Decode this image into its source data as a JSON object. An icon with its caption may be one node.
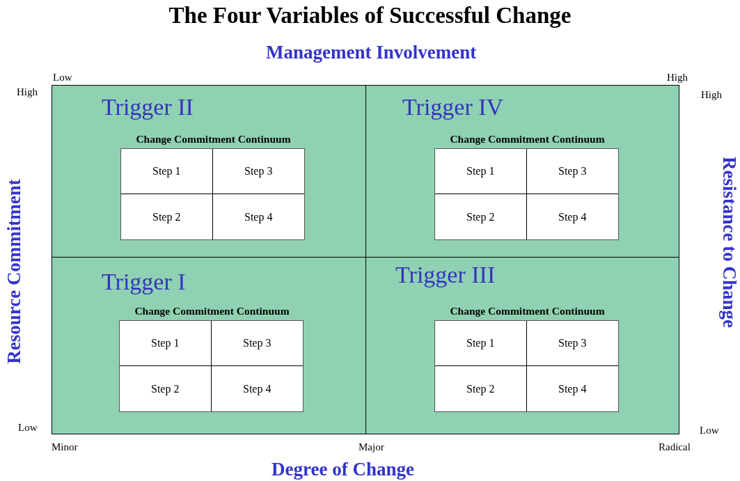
{
  "diagram": {
    "title": "The Four Variables of Successful Change",
    "nodes": [
      {
        "text": [
          "Trigger II"
        ]
      },
      {
        "text": [
          "Trigger IV"
        ]
      },
      {
        "text": [
          "Trigger I"
        ]
      },
      {
        "text": [
          "Trigger III"
        ]
      },
      {
        "text": [
          "Change Commitment Continuum"
        ],
        "in": 0
      },
      {
        "text": [
          "Step 1"
        ],
        "in": 4
      },
      {
        "text": [
          "Step 3"
        ],
        "in": 4
      },
      {
        "text": [
          "Step 2"
        ],
        "in": 4
      },
      {
        "text": [
          "Step 4"
        ],
        "in": 4
      },
      {
        "text": [
          "Change Commitment Continuum"
        ],
        "in": 1
      },
      {
        "text": [
          "Step 1"
        ],
        "in": 9
      },
      {
        "text": [
          "Step 3"
        ],
        "in": 9
      },
      {
        "text": [
          "Step 2"
        ],
        "in": 9
      },
      {
        "text": [
          "Step 4"
        ],
        "in": 9
      },
      {
        "text": [
          "Change Commitment Continuum"
        ],
        "in": 2
      },
      {
        "text": [
          "Step 1"
        ],
        "in": 14
      },
      {
        "text": [
          "Step 3"
        ],
        "in": 14
      },
      {
        "text": [
          "Step 2"
        ],
        "in": 14
      },
      {
        "text": [
          "Step 4"
        ],
        "in": 14
      },
      {
        "text": [
          "Change Commitment Continuum"
        ],
        "in": 3
      },
      {
        "text": [
          "Step 1"
        ],
        "in": 19
      },
      {
        "text": [
          "Step 3"
        ],
        "in": 19
      },
      {
        "text": [
          "Step 2"
        ],
        "in": 19
      },
      {
        "text": [
          "Step 4"
        ],
        "in": 19
      }
    ],
    "edges": [],
    "labels": [
      "Management Involvement",
      "Low",
      "High",
      "High",
      "High",
      "Resource Commitment",
      "Resistance to Change",
      "Low",
      "Low",
      "Minor",
      "Major",
      "Radical",
      "Degree of Change"
    ]
  }
}
